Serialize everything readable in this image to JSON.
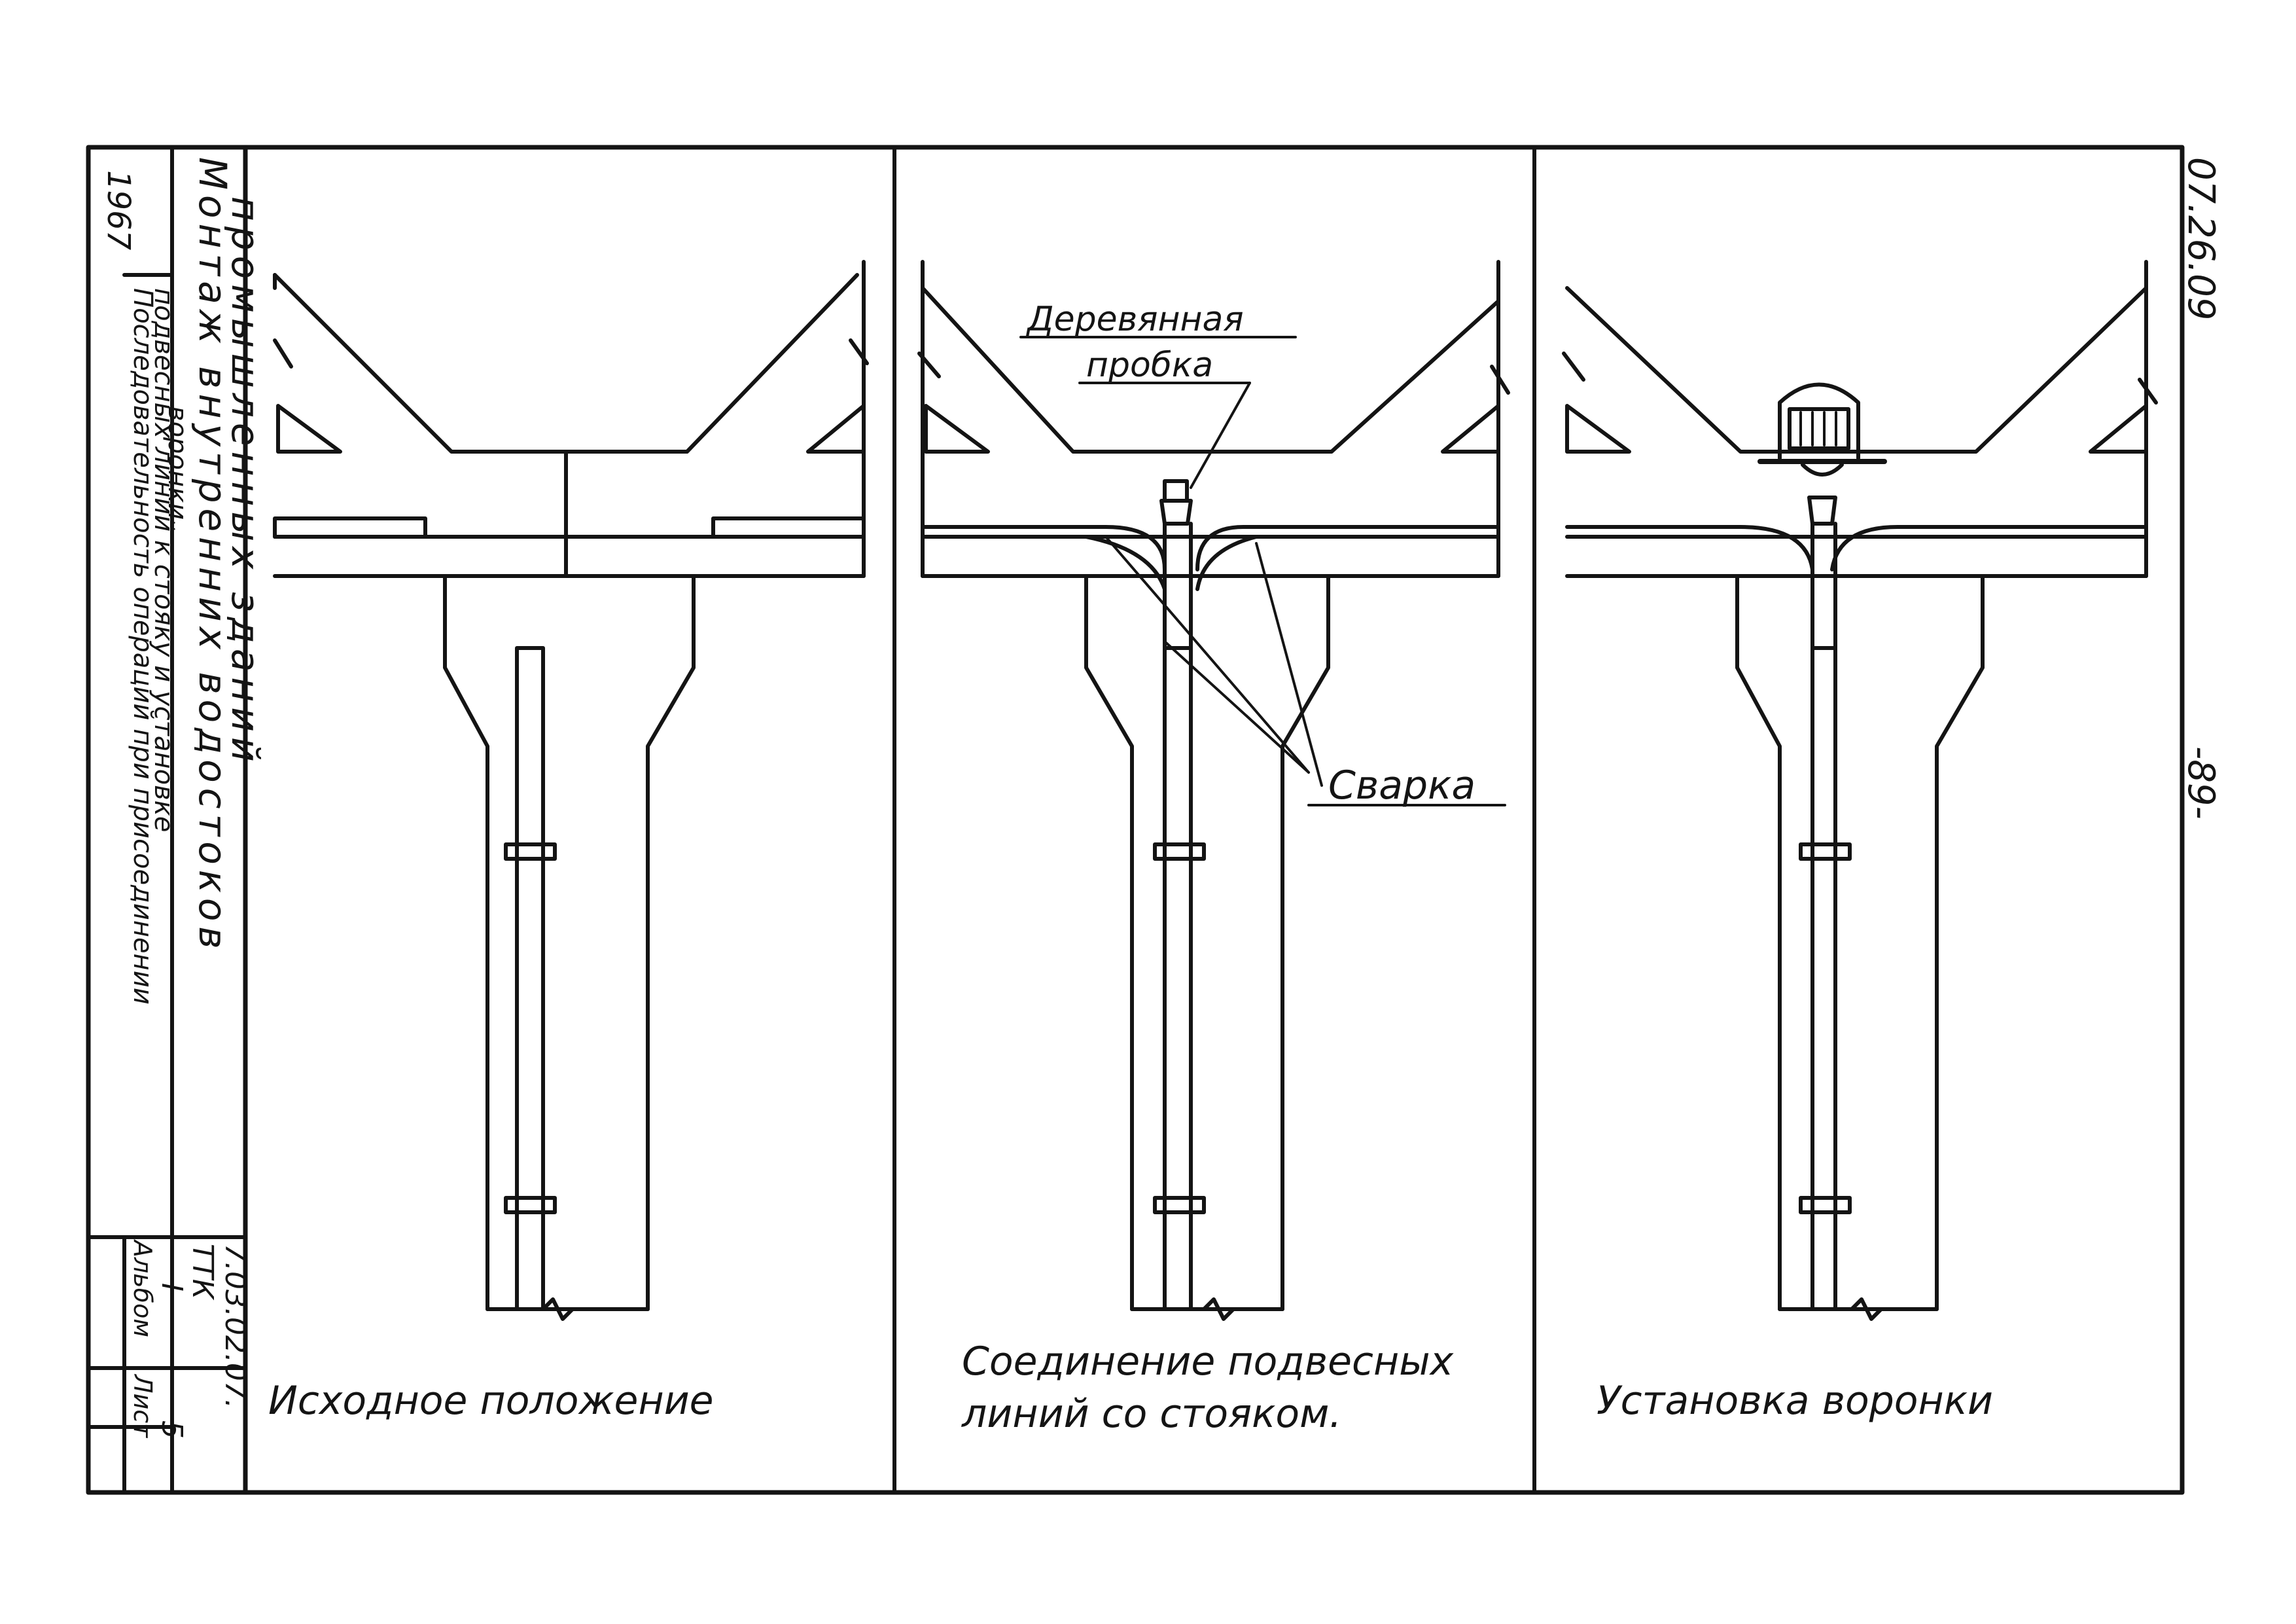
{
  "drawing": {
    "code": "07.26.09",
    "page": "-89-"
  },
  "title_block": {
    "year": "1967",
    "title_line1": "Монтаж внутренних водостоков",
    "title_line2": "промышленных зданий",
    "subtitle_line1": "Последовательность операций при присоединении",
    "subtitle_line2": "подвесных линий к стояку и установке",
    "subtitle_line3": "воронки",
    "doc_code_line1": "ТТК",
    "doc_code_line2": "7.03.02.07.",
    "album_label": "Альбом",
    "album_value": "I",
    "sheet_label": "Лист",
    "sheet_value": "5"
  },
  "panels": [
    {
      "caption_line1": "Исходное положение",
      "caption_line2": ""
    },
    {
      "caption_line1": "Соединение подвесных",
      "caption_line2": "линий со стояком."
    },
    {
      "caption_line1": "Установка воронки",
      "caption_line2": ""
    }
  ],
  "callouts": {
    "wood_plug_line1": "Деревянная",
    "wood_plug_line2": "пробка",
    "welding": "Сварка"
  }
}
